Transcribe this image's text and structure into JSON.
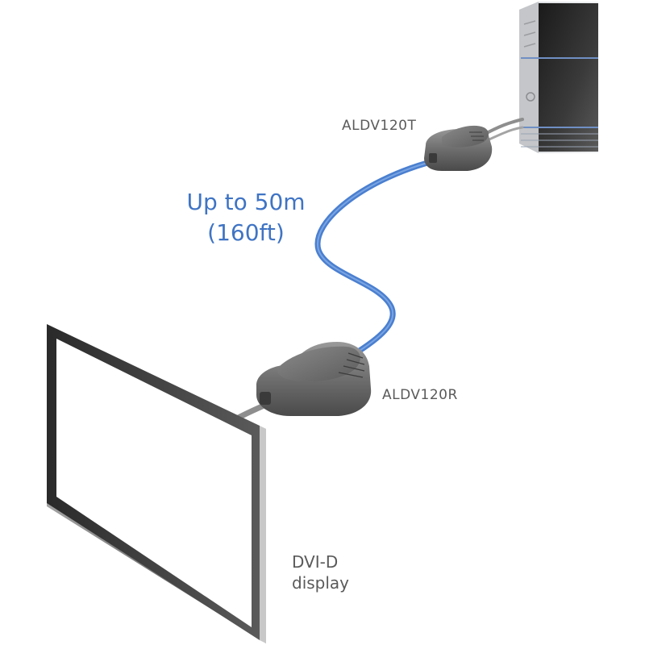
{
  "transmitter": {
    "label": "ALDV120T"
  },
  "receiver": {
    "label": "ALDV120R"
  },
  "cable": {
    "distance_line1": "Up to 50m",
    "distance_line2": "(160ft)",
    "color": "#4a7fd0"
  },
  "display": {
    "label_line1": "DVI-D",
    "label_line2": "display"
  },
  "colors": {
    "label_text": "#5a5a5a",
    "distance_text": "#3f74c4",
    "device_body": "#707070"
  },
  "icons": {
    "computer": "tower-computer-icon",
    "transmitter": "transmitter-unit-icon",
    "receiver": "receiver-unit-icon",
    "display": "flat-panel-display-icon"
  }
}
